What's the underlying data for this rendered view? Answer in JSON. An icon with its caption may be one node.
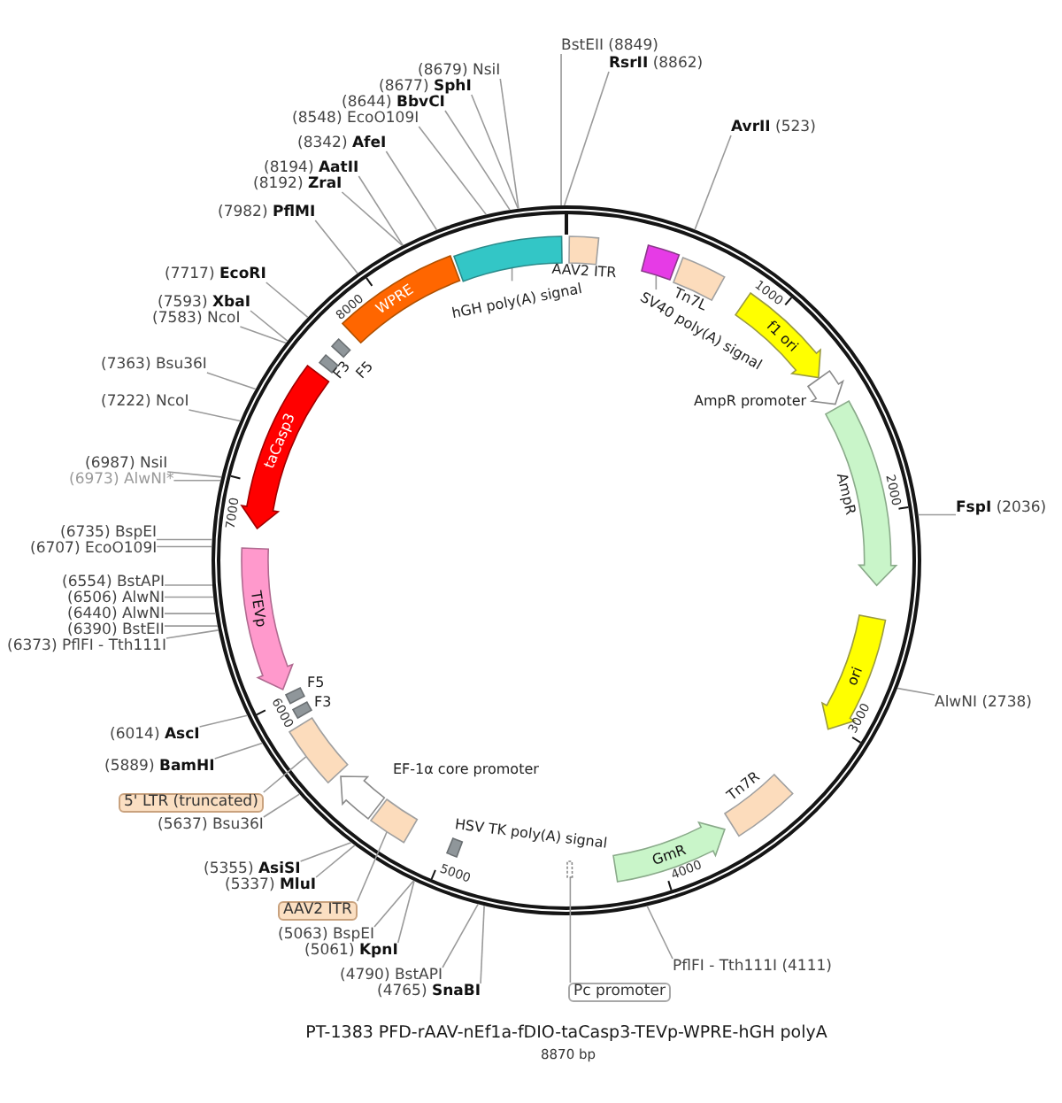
{
  "diagram": {
    "title": "PT-1383 PFD-rAAV-nEf1a-fDIO-taCasp3-TEVp-WPRE-hGH polyA",
    "nodes": [
      {
        "text": [
          "**AvrII** (523)"
        ]
      },
      {
        "text": [
          "**FspI** (2036)"
        ]
      },
      {
        "text": [
          "AlwNI (2738)"
        ]
      },
      {
        "text": [
          "PflFI - Tth111I (4111)"
        ]
      },
      {
        "text": [
          "(4765) **SnaBI**"
        ]
      },
      {
        "text": [
          "(4790) BstAPI"
        ]
      },
      {
        "text": [
          "(5061) **KpnI**"
        ]
      },
      {
        "text": [
          "(5063) BspEI"
        ]
      },
      {
        "text": [
          "(5337) **MluI**"
        ]
      },
      {
        "text": [
          "(5355) **AsiSI**"
        ]
      },
      {
        "text": [
          "(5637) Bsu36I"
        ]
      },
      {
        "text": [
          "(5889) **BamHI**"
        ]
      },
      {
        "text": [
          "(6014) **AscI**"
        ]
      },
      {
        "text": [
          "(6373) PflFI - Tth111I"
        ]
      },
      {
        "text": [
          "(6390) BstEII"
        ]
      },
      {
        "text": [
          "(6440) AlwNI"
        ]
      },
      {
        "text": [
          "(6506) AlwNI"
        ]
      },
      {
        "text": [
          "(6554) BstAPI"
        ]
      },
      {
        "text": [
          "(6707) EcoO109I"
        ]
      },
      {
        "text": [
          "(6735) BspEI"
        ]
      },
      {
        "text": [
          "(6973) AlwNI*"
        ]
      },
      {
        "text": [
          "(6987) NsiI"
        ]
      },
      {
        "text": [
          "(7222) NcoI"
        ]
      },
      {
        "text": [
          "(7363) Bsu36I"
        ]
      },
      {
        "text": [
          "(7583) NcoI"
        ]
      },
      {
        "text": [
          "(7593) **XbaI**"
        ]
      },
      {
        "text": [
          "(7717) **EcoRI**"
        ]
      },
      {
        "text": [
          "(7982) **PflMI**"
        ]
      },
      {
        "text": [
          "(8192) **ZraI**"
        ]
      },
      {
        "text": [
          "(8194) **AatII**"
        ]
      },
      {
        "text": [
          "(8342) **AfeI**"
        ]
      },
      {
        "text": [
          "(8548) EcoO109I"
        ]
      },
      {
        "text": [
          "(8644) **BbvCI**"
        ]
      },
      {
        "text": [
          "(8677) **SphI**"
        ]
      },
      {
        "text": [
          "(8679) NsiI"
        ]
      },
      {
        "text": [
          "BstEII (8849)"
        ]
      },
      {
        "text": [
          "**RsrII** (8862)"
        ]
      },
      {
        "text": [],
        "beside": [
          "AAV2 ITR"
        ],
        "shape": "bar"
      },
      {
        "text": [],
        "shape": "bar"
      },
      {
        "text": [],
        "beside": [
          "Tn7L"
        ],
        "shape": "bar"
      },
      {
        "text": [
          "f1 ori"
        ]
      },
      {
        "text": [],
        "beside": [
          "AmpR promoter"
        ],
        "shape": "arrow"
      },
      {
        "text": [],
        "beside": [
          "AmpR"
        ],
        "shape": "arrow"
      },
      {
        "text": [
          "ori"
        ]
      },
      {
        "text": [],
        "beside": [
          "Tn7R"
        ],
        "shape": "bar"
      },
      {
        "text": [
          "GmR"
        ]
      },
      {
        "text": [],
        "shape": "bar"
      },
      {
        "text": [],
        "beside": [
          "HSV TK poly(A) signal"
        ],
        "shape": "bar"
      },
      {
        "text": [],
        "shape": "bar"
      },
      {
        "text": [],
        "beside": [
          "EF-1α core promoter"
        ],
        "shape": "arrow"
      },
      {
        "text": [],
        "shape": "bar"
      },
      {
        "text": [],
        "beside": [
          "F3"
        ],
        "shape": "bar"
      },
      {
        "text": [],
        "beside": [
          "F5"
        ],
        "shape": "bar"
      },
      {
        "text": [
          "TEVp"
        ]
      },
      {
        "text": [
          "taCasp3"
        ]
      },
      {
        "text": [],
        "beside": [
          "F3"
        ],
        "shape": "bar"
      },
      {
        "text": [],
        "beside": [
          "F5"
        ],
        "shape": "bar"
      },
      {
        "text": [
          "WPRE"
        ]
      },
      {
        "text": [],
        "shape": "bar"
      },
      {
        "text": [
          "hGH poly(A) signal"
        ]
      },
      {
        "text": [
          "SV40 poly(A) signal"
        ]
      },
      {
        "text": [
          "Pc promoter"
        ]
      },
      {
        "text": [
          "AAV2 ITR"
        ]
      },
      {
        "text": [
          "5' LTR (truncated)"
        ]
      }
    ],
    "edges": [
      {
        "from": 0,
        "to": null,
        "arrow": "none"
      },
      {
        "from": 1,
        "to": null,
        "arrow": "none"
      },
      {
        "from": 2,
        "to": null,
        "arrow": "none"
      },
      {
        "from": 3,
        "to": null,
        "arrow": "none"
      },
      {
        "from": 4,
        "to": null,
        "arrow": "none"
      },
      {
        "from": 5,
        "to": null,
        "arrow": "none"
      },
      {
        "from": 6,
        "to": null,
        "arrow": "none"
      },
      {
        "from": 7,
        "to": null,
        "arrow": "none"
      },
      {
        "from": 8,
        "to": null,
        "arrow": "none"
      },
      {
        "from": 9,
        "to": null,
        "arrow": "none"
      },
      {
        "from": 10,
        "to": null,
        "arrow": "none"
      },
      {
        "from": 11,
        "to": null,
        "arrow": "none"
      },
      {
        "from": 12,
        "to": null,
        "arrow": "none"
      },
      {
        "from": 13,
        "to": null,
        "arrow": "none"
      },
      {
        "from": 14,
        "to": null,
        "arrow": "none"
      },
      {
        "from": 15,
        "to": null,
        "arrow": "none"
      },
      {
        "from": 16,
        "to": null,
        "arrow": "none"
      },
      {
        "from": 17,
        "to": null,
        "arrow": "none"
      },
      {
        "from": 18,
        "to": null,
        "arrow": "none"
      },
      {
        "from": 19,
        "to": null,
        "arrow": "none"
      },
      {
        "from": 20,
        "to": null,
        "arrow": "none"
      },
      {
        "from": 21,
        "to": null,
        "arrow": "none"
      },
      {
        "from": 22,
        "to": null,
        "arrow": "none"
      },
      {
        "from": 23,
        "to": null,
        "arrow": "none"
      },
      {
        "from": 24,
        "to": null,
        "arrow": "none"
      },
      {
        "from": 25,
        "to": null,
        "arrow": "none"
      },
      {
        "from": 26,
        "to": null,
        "arrow": "none"
      },
      {
        "from": 27,
        "to": null,
        "arrow": "none"
      },
      {
        "from": 28,
        "to": null,
        "arrow": "none"
      },
      {
        "from": 29,
        "to": null,
        "arrow": "none"
      },
      {
        "from": 30,
        "to": null,
        "arrow": "none"
      },
      {
        "from": 31,
        "to": null,
        "arrow": "none"
      },
      {
        "from": 32,
        "to": null,
        "arrow": "none"
      },
      {
        "from": 33,
        "to": null,
        "arrow": "none"
      },
      {
        "from": 34,
        "to": null,
        "arrow": "none"
      },
      {
        "from": 35,
        "to": null,
        "arrow": "none"
      },
      {
        "from": 36,
        "to": null,
        "arrow": "none"
      },
      {
        "from": 59,
        "to": 58,
        "arrow": "none"
      },
      {
        "from": 60,
        "to": 38,
        "arrow": "none"
      },
      {
        "from": 61,
        "to": 46,
        "arrow": "none"
      },
      {
        "from": 62,
        "to": 48,
        "arrow": "none"
      },
      {
        "from": 63,
        "to": 50,
        "arrow": "none"
      }
    ],
    "labels": [
      "1000",
      "2000",
      "3000",
      "4000",
      "5000",
      "6000",
      "7000",
      "8000",
      "8870 bp"
    ]
  }
}
